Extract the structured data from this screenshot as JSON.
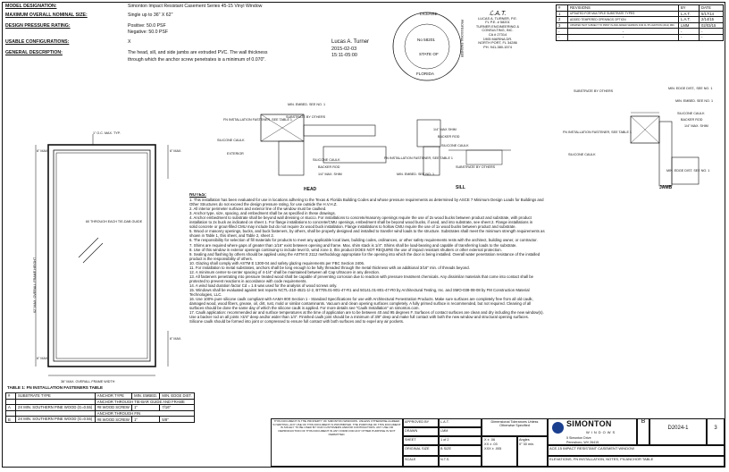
{
  "header": {
    "rows": [
      {
        "label": "MODEL DESIGNATION:",
        "value": "Simonton Impact Resistant Casement Series 45-15 Vinyl Window"
      },
      {
        "label": "MAXIMUM OVERALL NOMINAL SIZE:",
        "value": "Single up to 36\" X 62\""
      },
      {
        "label": "DESIGN PRESSURE RATING:",
        "value": "Positive: 50.0 PSF",
        "value2": "Negative: 50.0 PSF"
      },
      {
        "label": "USABLE CONFIGURATIONS:",
        "value": "X"
      },
      {
        "label": "GENERAL DESCRIPTION:",
        "value": "The head, sill, and side jambs are extruded PVC. The wall thickness",
        "value2": "through which the anchor screw penetrates is a minimum of 0.070\"."
      }
    ]
  },
  "signature": {
    "name": "Lucas A. Turner",
    "line2": "2015-02-03",
    "line3": "15:11-05:00"
  },
  "seal": {
    "top": "LICENSE",
    "number": "No 58201",
    "middle": "STATE OF",
    "bottom": "FLORIDA",
    "side": "PROFESSIONAL ENGINEER"
  },
  "engineer": {
    "lines": [
      "LUCAS A. TURNER, P.E.",
      "FL P.E. # 58201",
      "TURNER ENGINEERING &",
      "CONSULTING, INC.",
      "CA # 27314",
      "1905 MARINA DR.",
      "NORTH PORT, FL 34286",
      "PH. 941-380-1574"
    ]
  },
  "revisions": {
    "headers": [
      "#",
      "REVISIONS",
      "BY",
      "DATE"
    ],
    "rows": [
      [
        "1",
        "UPDATED FOR MULTIPLE SUBSTRATE TYPES",
        "L.A.T.",
        "5/17/14"
      ],
      [
        "2",
        "ADDED TEMPERED OPENINGS OPTION",
        "L.A.T.",
        "2/14/15"
      ],
      [
        "3",
        "UPDATED TEXT SUBJECT TO PRINT IN AND ADDED VERSION FOR FL 5TH EDITION (2014) FBC",
        "LMM",
        "02/03/15"
      ],
      [
        "-",
        "-",
        "-",
        "-"
      ],
      [
        "-",
        "-",
        "-",
        "-"
      ]
    ]
  },
  "elevation": {
    "dims": [
      "1\" O.C. MAX. TYP.",
      "6\" MAX.",
      "6\" MAX.",
      "60 THROUGH EACH TIE-DAB GUIDE",
      "62\" MAX. OVERALL FRAME HEIGHT",
      "36\" MAX. OVERALL FRAME WIDTH",
      "6\" MAX.",
      "6\" MAX."
    ]
  },
  "details": {
    "head_labels": [
      "MIN. EMBED. SEE NO. 1",
      "FN INSTALLATION FASTENER, SEE TABLE 1",
      "SILICONE CAULK",
      "EXTERIOR",
      "SUBSTRATE BY OTHERS",
      "1/4\" MAX SHIM",
      "BACKER ROD",
      "SILICONE CAULK",
      "SILICONE CAULK",
      "BACKER ROD",
      "1/4\" MAX. SHIM"
    ],
    "sill_labels": [
      "FN INSTALLATION FASTENER, SEE TABLE 1",
      "MIN. EMBED. SEE NO. 1",
      "SUBSTRATE BY OTHERS"
    ],
    "jamb_labels": [
      "SUBSTRATE BY OTHERS",
      "MIN. EDGE DIST., SEE NO. 1",
      "MIN. EMBED. SEE NO. 1",
      "SILICONE CAULK",
      "BACKER ROD",
      "1/4\" MAX. SHIM",
      "FN INSTALLATION FASTENER, SEE TABLE 1",
      "SILICONE CAULK",
      "MIN. EDGE DIST. SEE NO. 1"
    ],
    "captions": [
      "HEAD",
      "SILL",
      "JAMB"
    ]
  },
  "notes": {
    "title": "NOTES:",
    "lines": [
      "1. This installation has been evaluated for use in locations adhering to the Texas & Florida Building Codes and whose pressure requirements as determined by ASCE 7 Minimum Design Loads for Buildings and",
      "    Other Structures do not exceed the design pressure rating, for use outside the H.V.H.Z.",
      "2. All interior perimeter surfaces and exterior line of the window must be caulked.",
      "3. Anchor type, size, spacing, and embedment shall be as specified in these drawings.",
      "4. Anchor embedment to substrate shall be beyond wall dressing or stucco. For installations to concrete/masonry openings require the use of 2x wood bucks between product and substrate, with product",
      "    installation to 2x buck as indicated on sheet 1. For flange installations to concrete/CMU openings, embedment shall be beyond wood bucks, if used, and into substrate, see sheet 2. Flange installations in",
      "    solid concrete or grout-filled CMU may include but do not require 2x wood buck installation. Flange installations to hollow CMU require the use of 1x wood bucks between product and substrate.",
      "5. Wood or masonry openings, bucks, and buck fasteners, by others, shall be properly designed and installed to transfer wind loads to the structure. Substrates shall meet the minimum strength requirements as",
      "    shown in Table 1, this sheet, and Table 2, sheet 2.",
      "6. The responsibility for selection of fill materials for products to meet any applicable local laws, building codes, ordinances, or other safety requirements rests with the architect, building owner, or contractor.",
      "7. Shims are required where gaps of greater than 1/16\" exist between opening and frame. Max. shim stack is 1/4\". Shims shall be load-bearing and capable of transferring loads to the substrate.",
      "8. Use of this window in exterior openings continuing to include level D, wind zone 3, this product DOES NOT REQUIRE the use of impact resistant shutters or other external protection.",
      "9. Sealing and flashing by others should be applied using the ASTM E 2112 methodology appropriate for the opening into which the door is being installed. Overall water penetration resistance of the installed",
      "    product is the responsibility of others.",
      "10. Glazing shall comply with ASTM E 1300-04 and safety glazing requirements per FBC Section 2406.",
      "11. For installation to metal substrates, anchors shall be long enough to be fully threaded through the metal thickness with an additional 3/16\" min. of threads beyond.",
      "12. A minimum center-to-center spacing of 4-1/4\" shall be maintained between all Cap Ultracore in any direction.",
      "13. All fasteners penetrating into pressure treated wood shall be capable of preventing corrosion due to reaction with pressure treatment chemicals. Any dissimilar materials that come into contact shall be",
      "    protected to prevent reactions in accordance with code requirements.",
      "14. A wind load duration factor Cd = 1.6 was used for the analysis of wood screws only.",
      "15. Windows shall be evaluated against test reports NCTL-210-4521-1/-2, B7705.01-801-47-R1 and 50141.01-801-47-R0 by Architectural Testing, Inc. and SMO-038-08-08 by FM Construction Material",
      "    Technologies, LLC.",
      "16. Use 100% pure silicone caulk compliant with AAMA 800 Section 1 - Standard Specifications for use with Architectural Fenestration Products. Make sure surfaces are completely free from all old caulk,",
      "    damaged wood, wood fibers, grease, oil, dirt, rust, mold or similar contaminants. Vacuum and clean opening surfaces completely. A fully primed surface is recommended, but not required. Cleaning of all",
      "    surfaces should be done the same day of which the silicone caulk is applied. For more details see \"Caulk Installation\" on simonton.com.",
      "17. Caulk application: recommended air and surface temperatures at the time of application are to be between 40 and 95 degrees F. Surfaces of contact surfaces are clean and dry including the new window(s).",
      "    Use a backer rod on all joints >3/4\" deep and/or wider than 1/4\". Finished caulk joint should be a minimum of 3/8\" deep and make full contact with both the new window and structural opening surfaces.",
      "    Silicone caulk should be formed into joint or compressed to ensure full contact with both surfaces and to expel any air pockets."
    ]
  },
  "table1": {
    "title": "TABLE 1: FN INSTALLATION FASTENERS TABLE",
    "headers": [
      "#",
      "SUBSTRATE TYPE",
      "ANCHOR TYPE",
      "MIN. EMBED.",
      "MIN. EDGE DIST."
    ],
    "subheader": "ANCHOR THROUGH TIE-BAR GUIDE AND FRAME",
    "subheader2": "ANCHOR THROUGH FIN",
    "rows": [
      [
        "A",
        "2X MIN. SOUTHERN PINE WOOD (G=0.55)",
        "#8 WOOD SCREW",
        "1\"",
        "7/16\""
      ],
      [
        "B",
        "2X MIN. SOUTHERN PINE WOOD (G=0.55)",
        "#8 WOOD SCREW",
        "1\"",
        "5/8\""
      ]
    ]
  },
  "title_block": {
    "disclaimer": "THIS DOCUMENT IS THE PROPERTY OF SIMONTON WINDOWS. UNLESS OTHERWISE AGREED IN WRITING, ANY USE OF THIS DOCUMENT IS PROHIBITED. THE PURPOSE OF THIS DOCUMENT IS SOLELY TO BE USED BY OUR CUSTOMERS AND/OR CONTRACTORS. ANY USE OR REPRODUCTION OF THIS DOCUMENT IN ANY FORM FOR ANY OTHER PURPOSE IS NOT PERMITTED.",
    "fields": [
      {
        "label": "APPROVED BY",
        "value": "L.A.T."
      },
      {
        "label": "DRAWN",
        "value": "LMM"
      },
      {
        "label": "SHEET",
        "value": "1 of 2"
      },
      {
        "label": "ORIGINAL SIZE",
        "value": "B SIZE"
      },
      {
        "label": "SCALE",
        "value": "N.T.S."
      },
      {
        "label": "Angles",
        "value": "0° 30 min."
      }
    ],
    "tolerance_label": "Dimensional Tolerances Unless Otherwise Specified",
    "tolerances": [
      ".X ± .06",
      ".XX ± .03",
      ".XXX ± .005"
    ],
    "company": "SIMONTON",
    "company_sub": "WINDOWS",
    "address": [
      "5 Simonton Drive",
      "Pennsboro, WV 26415"
    ],
    "size_label": "B",
    "drawing_no": "D2024-1",
    "rev": "3",
    "title_line": "ACE-15 IMPACT RESISTANT CASEMENT WINDOW",
    "subtitle_line": "ELEVATIONS, FN INSTALLATION, NOTES, FN ANCHOR TABLE"
  },
  "colors": {
    "ink": "#111111",
    "paper": "#ffffff",
    "brand_blue": "#1b3f8f"
  }
}
